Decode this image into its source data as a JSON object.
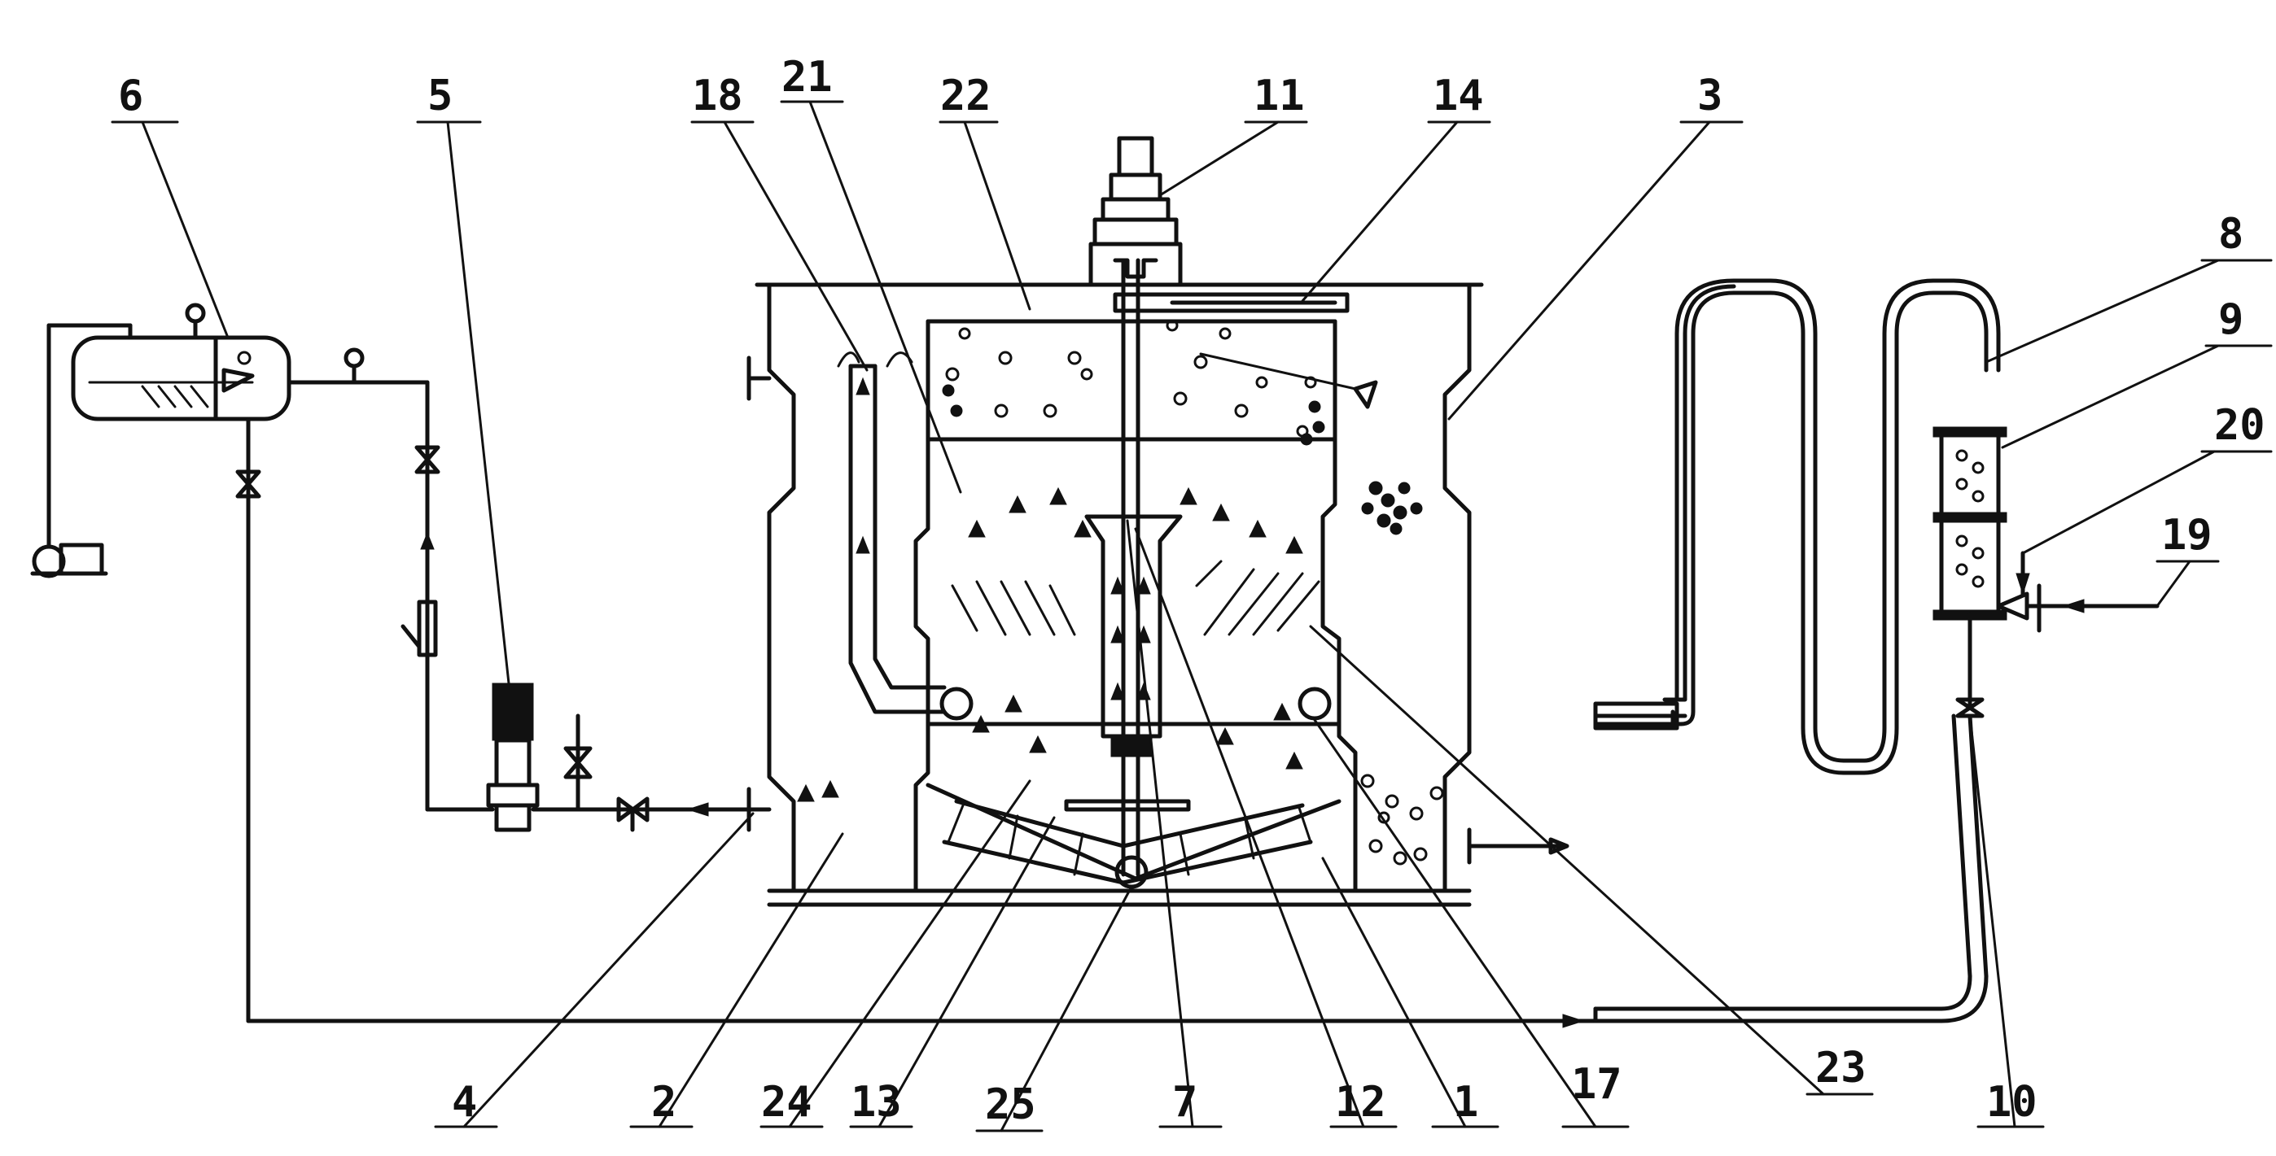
{
  "diagram": {
    "labels": [
      "1",
      "2",
      "3",
      "4",
      "5",
      "6",
      "7",
      "8",
      "9",
      "10",
      "11",
      "12",
      "13",
      "14",
      "17",
      "18",
      "19",
      "20",
      "21",
      "22",
      "23",
      "24",
      "25"
    ]
  }
}
